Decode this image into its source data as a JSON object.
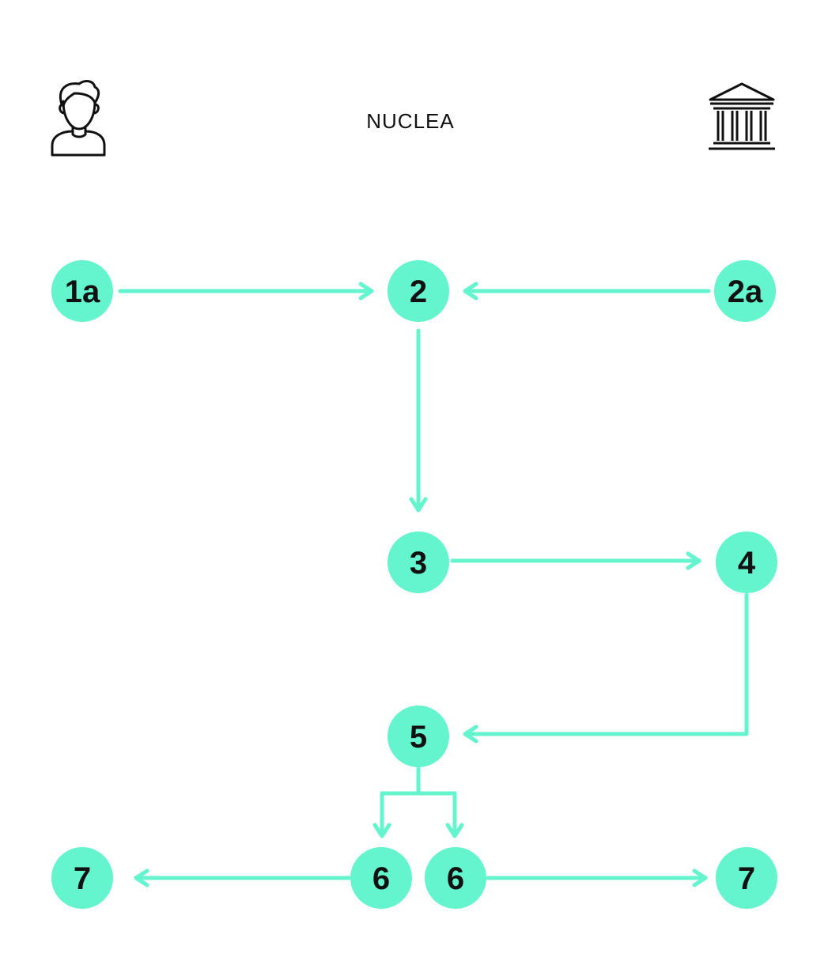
{
  "header": {
    "brand_name": "NUCLEA",
    "left_icon": "person-icon",
    "right_icon": "bank-building-icon"
  },
  "colors": {
    "accent": "#64f4ce",
    "ink": "#111111",
    "background": "#ffffff"
  },
  "nodes": [
    {
      "id": "n1a",
      "label": "1a"
    },
    {
      "id": "n2",
      "label": "2"
    },
    {
      "id": "n2a",
      "label": "2a"
    },
    {
      "id": "n3",
      "label": "3"
    },
    {
      "id": "n4",
      "label": "4"
    },
    {
      "id": "n5",
      "label": "5"
    },
    {
      "id": "n6-left",
      "label": "6"
    },
    {
      "id": "n6-right",
      "label": "6"
    },
    {
      "id": "n7-left",
      "label": "7"
    },
    {
      "id": "n7-right",
      "label": "7"
    }
  ],
  "edges": [
    {
      "from": "n1a",
      "to": "n2"
    },
    {
      "from": "n2a",
      "to": "n2"
    },
    {
      "from": "n2",
      "to": "n3"
    },
    {
      "from": "n3",
      "to": "n4"
    },
    {
      "from": "n4",
      "to": "n5"
    },
    {
      "from": "n5",
      "to": "n6-left"
    },
    {
      "from": "n5",
      "to": "n6-right"
    },
    {
      "from": "n6-left",
      "to": "n7-left"
    },
    {
      "from": "n6-right",
      "to": "n7-right"
    }
  ]
}
